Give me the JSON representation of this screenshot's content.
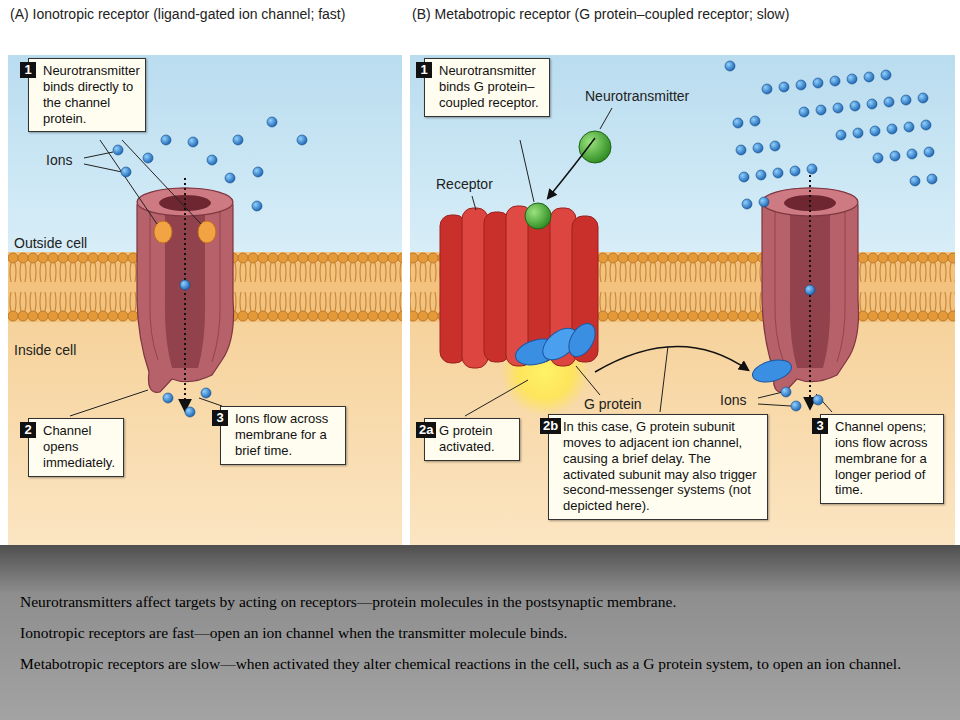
{
  "diagram": {
    "nodes": [
      {
        "text": [
          "1",
          "Neurotransmitter binds directly to the channel protein."
        ]
      },
      {
        "text": [
          "2",
          "Channel opens immediately."
        ]
      },
      {
        "text": [
          "3",
          "Ions flow across membrane for a brief time."
        ]
      },
      {
        "text": [
          "1",
          "Neurotransmitter binds G protein–coupled receptor."
        ]
      },
      {
        "text": [
          "2a",
          "G protein activated."
        ]
      },
      {
        "text": [
          "2b",
          "In this case, G protein subunit moves to adjacent ion channel, causing a brief delay. The activated subunit may also trigger second-messenger systems (not depicted here)."
        ]
      },
      {
        "text": [
          "3",
          "Channel opens; ions flow across membrane for a longer period of time."
        ]
      }
    ],
    "labels": [
      "(A) Ionotropic receptor (ligand-gated ion channel; fast)",
      "(B) Metabotropic receptor (G protein–coupled receptor; slow)",
      "Ions",
      "Neurotransmitter",
      "Receptor",
      "Outside cell",
      "Inside cell",
      "G protein",
      "Ions",
      "Neurotransmitters affect targets by acting on receptors—protein molecules in the postsynaptic membrane.",
      "Ionotropic receptors are fast—open an ion channel when the transmitter molecule binds.",
      "Metabotropic receptors are slow—when activated they alter chemical reactions in the cell, such as a G protein system, to open an ion channel."
    ]
  }
}
